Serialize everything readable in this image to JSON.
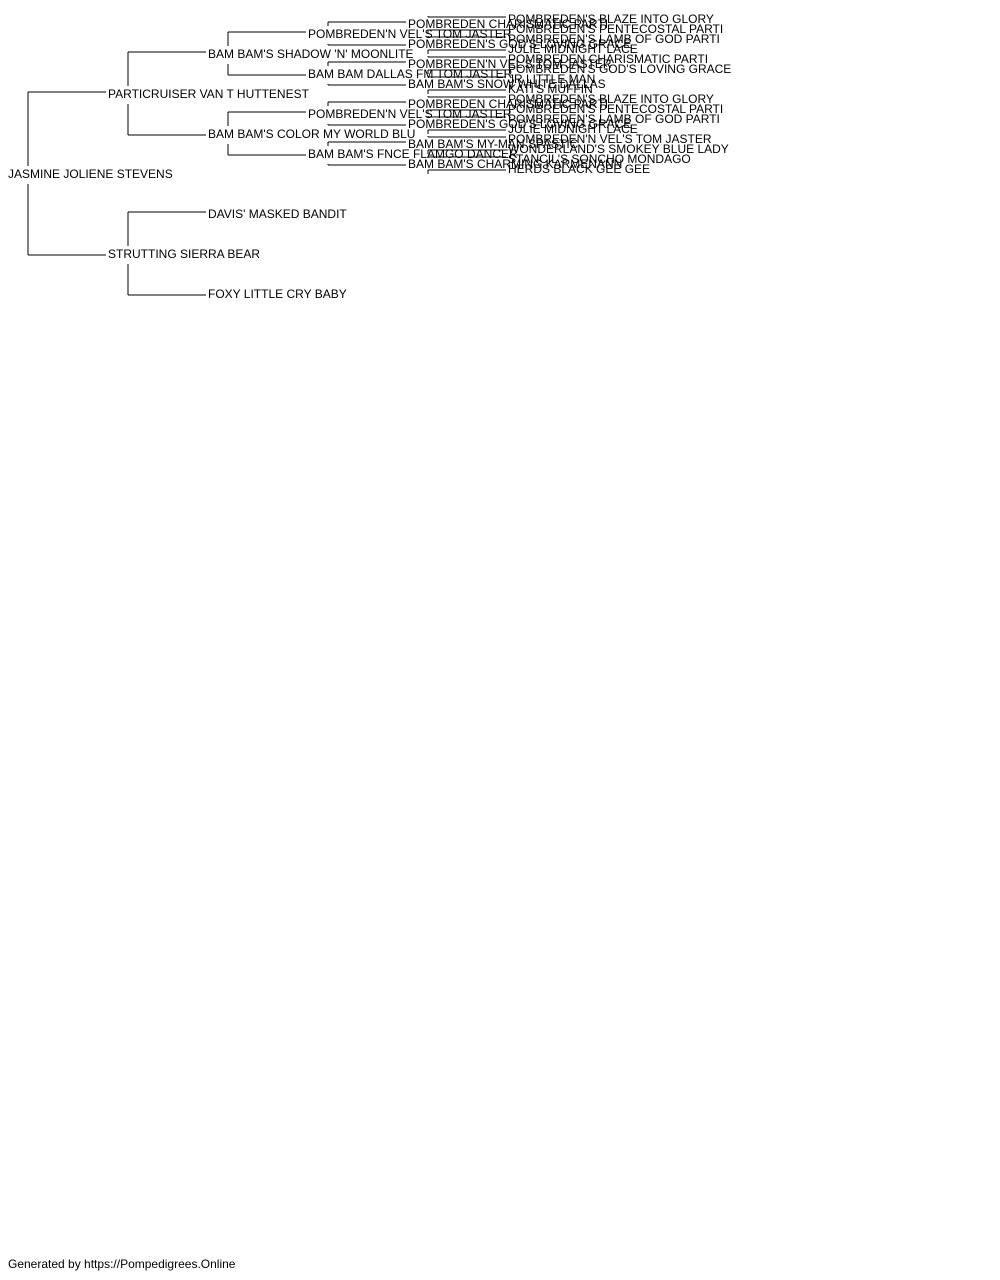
{
  "footer": "Generated by https://Pompedigrees.Online",
  "pedigree": {
    "name": "JASMINE JOLIENE STEVENS",
    "sire": {
      "name": "PARTICRUISER VAN T HUTTENEST",
      "sire": {
        "name": "BAM BAM'S SHADOW 'N' MOONLITE",
        "sire": {
          "name": "POMBREDEN'N VEL'S TOM JASTER",
          "sire": {
            "name": "POMBREDEN CHARISMATIC PARTI",
            "sire": {
              "name": "POMBREDEN'S BLAZE INTO GLORY"
            },
            "dam": {
              "name": "POMBREDEN'S PENTECOSTAL PARTI"
            }
          },
          "dam": {
            "name": "POMBREDEN'S GOD'S LOVING GRACE",
            "sire": {
              "name": "POMBREDEN'S LAMB OF GOD PARTI"
            },
            "dam": {
              "name": "JULIE MIDNIGHT LACE"
            }
          }
        },
        "dam": {
          "name": "BAM BAM DALLAS FM TOM JASTER",
          "sire": {
            "name": "POMBREDEN'N VEL'S TOM JASTER",
            "sire": {
              "name": "POMBREDEN CHARISMATIC PARTI"
            },
            "dam": {
              "name": "POMBREDEN'S GOD'S LOVING GRACE"
            }
          },
          "dam": {
            "name": "BAM BAM'S SNOW WHITE DALLAS",
            "sire": {
              "name": "JR LITTLE MAN"
            },
            "dam": {
              "name": "KATI'S MUFFIN"
            }
          }
        }
      },
      "dam": {
        "name": "BAM BAM'S COLOR MY WORLD BLU",
        "sire": {
          "name": "POMBREDEN'N VEL'S TOM JASTER",
          "sire": {
            "name": "POMBREDEN CHARISMATIC PARTI",
            "sire": {
              "name": "POMBREDEN'S BLAZE INTO GLORY"
            },
            "dam": {
              "name": "POMBREDEN'S PENTECOSTAL PARTI"
            }
          },
          "dam": {
            "name": "POMBREDEN'S GOD'S LOVING GRACE",
            "sire": {
              "name": "POMBREDEN'S LAMB OF GOD PARTI"
            },
            "dam": {
              "name": "JULIE MIDNIGHT LACE"
            }
          }
        },
        "dam": {
          "name": "BAM BAM'S FNCE FLAMGO DANCER",
          "sire": {
            "name": "BAM BAM'S MY-MAN SPASTIC",
            "sire": {
              "name": "POMBREDEN'N VEL'S TOM JASTER"
            },
            "dam": {
              "name": "WONDERLAND'S SMOKEY BLUE LADY"
            }
          },
          "dam": {
            "name": "BAM BAM'S CHARMING KARMENANN",
            "sire": {
              "name": "STANCIL'S SONCHO MONDAGO"
            },
            "dam": {
              "name": "HERDS BLACK GEE GEE"
            }
          }
        }
      }
    },
    "dam": {
      "name": "STRUTTING SIERRA BEAR",
      "sire": {
        "name": "DAVIS' MASKED BANDIT"
      },
      "dam": {
        "name": "FOXY LITTLE CRY BABY"
      }
    }
  }
}
